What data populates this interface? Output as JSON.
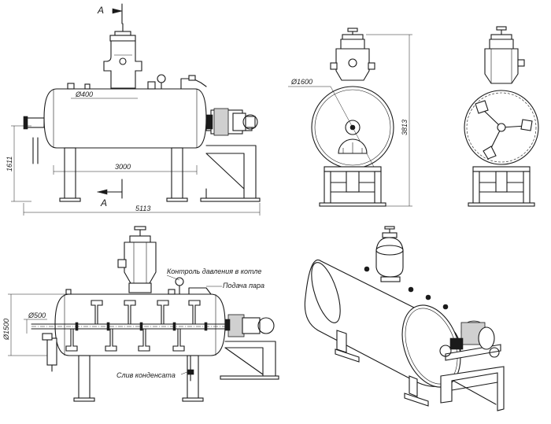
{
  "drawing": {
    "section_marker": "A",
    "labels": {
      "d400": "Ø400",
      "d1600": "Ø1600",
      "d500": "Ø500",
      "d1500": "Ø1500",
      "len3000": "3000",
      "len5113": "5113",
      "h1611": "1611",
      "h3813": "3813"
    },
    "callouts": {
      "pressure_control": "Контроль давления в котле",
      "steam_supply": "Подача пара",
      "condensate_drain": "Слив конденсата"
    }
  }
}
